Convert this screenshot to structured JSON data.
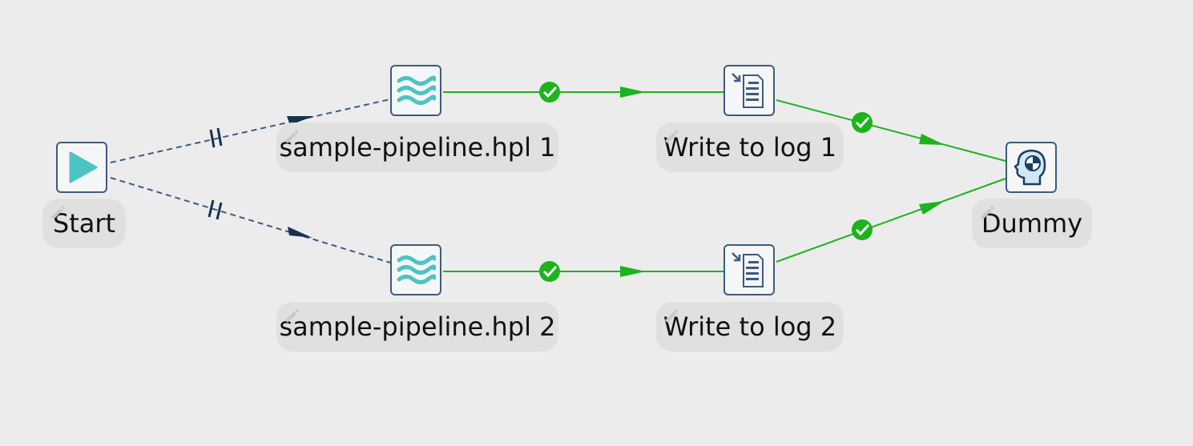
{
  "workflow": {
    "actions": [
      {
        "id": "start",
        "label": "Start",
        "icon": "start-play-icon"
      },
      {
        "id": "pipeline1",
        "label": "sample-pipeline.hpl 1",
        "icon": "pipeline-waves-icon"
      },
      {
        "id": "pipeline2",
        "label": "sample-pipeline.hpl 2",
        "icon": "pipeline-waves-icon"
      },
      {
        "id": "log1",
        "label": "Write to log 1",
        "icon": "write-to-log-icon"
      },
      {
        "id": "log2",
        "label": "Write to log 2",
        "icon": "write-to-log-icon"
      },
      {
        "id": "dummy",
        "label": "Dummy",
        "icon": "dummy-head-icon"
      }
    ],
    "hops": [
      {
        "from": "start",
        "to": "pipeline1",
        "type": "unconditional-parallel"
      },
      {
        "from": "start",
        "to": "pipeline2",
        "type": "unconditional-parallel"
      },
      {
        "from": "pipeline1",
        "to": "log1",
        "type": "success"
      },
      {
        "from": "pipeline2",
        "to": "log2",
        "type": "success"
      },
      {
        "from": "log1",
        "to": "dummy",
        "type": "success"
      },
      {
        "from": "log2",
        "to": "dummy",
        "type": "success"
      }
    ],
    "colors": {
      "background": "#ececec",
      "success_hop": "#1db31d",
      "parallel_hop": "#3d5c7c",
      "icon_border": "#3d5c7c",
      "accent_teal": "#4fc3c3",
      "label_bg": "#e0e0e0"
    }
  }
}
